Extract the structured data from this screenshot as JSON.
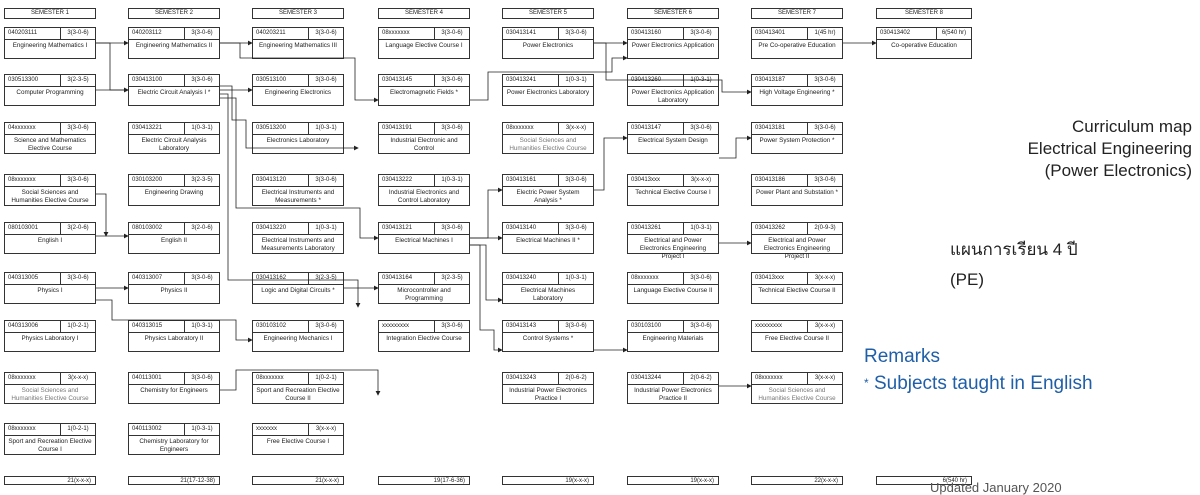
{
  "title_lines": [
    "Curriculum map",
    "Electrical Engineering",
    "(Power Electronics)"
  ],
  "thai_title": "แผนการเรียน 4 ปี",
  "program": "(PE)",
  "remarks": {
    "heading": "Remarks",
    "star": "*",
    "text": "Subjects taught in English"
  },
  "updated_note": "Updated January 2020",
  "semesters": [
    {
      "label": "SEMESTER 1",
      "total": "21(x-x-x)"
    },
    {
      "label": "SEMESTER 2",
      "total": "21(17-12-38)"
    },
    {
      "label": "SEMESTER 3",
      "total": "21(x-x-x)"
    },
    {
      "label": "SEMESTER 4",
      "total": "19(17-6-36)"
    },
    {
      "label": "SEMESTER 5",
      "total": "19(x-x-x)"
    },
    {
      "label": "SEMESTER 6",
      "total": "19(x-x-x)"
    },
    {
      "label": "SEMESTER 7",
      "total": "22(x-x-x)"
    },
    {
      "label": "SEMESTER 8",
      "total": "6(540 hr)"
    }
  ],
  "courses": [
    [
      {
        "code": "040203111",
        "credit": "3(3-0-6)",
        "name": "Engineering Mathematics I"
      },
      {
        "code": "030513300",
        "credit": "3(2-3-5)",
        "name": "Computer Programming"
      },
      {
        "code": "04xxxxxxx",
        "credit": "3(3-0-6)",
        "name": "Science and Mathematics Elective Course"
      },
      {
        "code": "08xxxxxxx",
        "credit": "3(3-0-6)",
        "name": "Social Sciences and Humanities Elective Course"
      },
      {
        "code": "080103001",
        "credit": "3(2-0-6)",
        "name": "English I"
      },
      {
        "code": "040313005",
        "credit": "3(3-0-6)",
        "name": "Physics I"
      },
      {
        "code": "040313006",
        "credit": "1(0-2-1)",
        "name": "Physics Laboratory I"
      },
      {
        "code": "08xxxxxxx",
        "credit": "3(x-x-x)",
        "name": "Social Sciences and Humanities Elective Course",
        "soft": true
      },
      {
        "code": "08xxxxxxx",
        "credit": "1(0-2-1)",
        "name": "Sport and Recreation Elective Course I"
      }
    ],
    [
      {
        "code": "040203112",
        "credit": "3(3-0-6)",
        "name": "Engineering Mathematics II"
      },
      {
        "code": "030413100",
        "credit": "3(3-0-6)",
        "name": "Electric Circuit Analysis I *"
      },
      {
        "code": "030413221",
        "credit": "1(0-3-1)",
        "name": "Electric Circuit Analysis Laboratory"
      },
      {
        "code": "030103200",
        "credit": "3(2-3-5)",
        "name": "Engineering Drawing"
      },
      {
        "code": "080103002",
        "credit": "3(2-0-6)",
        "name": "English II"
      },
      {
        "code": "040313007",
        "credit": "3(3-0-6)",
        "name": "Physics II"
      },
      {
        "code": "040313015",
        "credit": "1(0-3-1)",
        "name": "Physics Laboratory II"
      },
      {
        "code": "040113001",
        "credit": "3(3-0-6)",
        "name": "Chemistry for Engineers"
      },
      {
        "code": "040113002",
        "credit": "1(0-3-1)",
        "name": "Chemistry Laboratory for Engineers"
      }
    ],
    [
      {
        "code": "040203211",
        "credit": "3(3-0-6)",
        "name": "Engineering Mathematics III"
      },
      {
        "code": "030513100",
        "credit": "3(3-0-6)",
        "name": "Engineering Electronics"
      },
      {
        "code": "030513200",
        "credit": "1(0-3-1)",
        "name": "Electronics Laboratory"
      },
      {
        "code": "030413120",
        "credit": "3(3-0-6)",
        "name": "Electrical Instruments and Measurements *"
      },
      {
        "code": "030413220",
        "credit": "1(0-3-1)",
        "name": "Electrical Instruments and Measurements Laboratory"
      },
      {
        "code": "030413162",
        "credit": "3(2-3-5)",
        "name": "Logic and Digital Circuits *"
      },
      {
        "code": "030103102",
        "credit": "3(3-0-6)",
        "name": "Engineering Mechanics I"
      },
      {
        "code": "08xxxxxxx",
        "credit": "1(0-2-1)",
        "name": "Sport and Recreation Elective Course II"
      },
      {
        "code": "xxxxxxx",
        "credit": "3(x-x-x)",
        "name": "Free Elective Course I"
      }
    ],
    [
      {
        "code": "08xxxxxxx",
        "credit": "3(3-0-6)",
        "name": "Language Elective Course I"
      },
      {
        "code": "030413145",
        "credit": "3(3-0-6)",
        "name": "Electromagnetic Fields *"
      },
      {
        "code": "030413191",
        "credit": "3(3-0-6)",
        "name": "Industrial Electronic and Control"
      },
      {
        "code": "030413222",
        "credit": "1(0-3-1)",
        "name": "Industrial Electronics and Control Laboratory"
      },
      {
        "code": "030413121",
        "credit": "3(3-0-6)",
        "name": "Electrical Machines I"
      },
      {
        "code": "030413164",
        "credit": "3(2-3-5)",
        "name": "Microcontroller and Programming"
      },
      {
        "code": "xxxxxxxxx",
        "credit": "3(3-0-6)",
        "name": "Integration Elective Course"
      }
    ],
    [
      {
        "code": "030413141",
        "credit": "3(3-0-6)",
        "name": "Power Electronics"
      },
      {
        "code": "030413241",
        "credit": "1(0-3-1)",
        "name": "Power Electronics Laboratory"
      },
      {
        "code": "08xxxxxxx",
        "credit": "3(x-x-x)",
        "name": "Social Sciences and Humanities Elective Course",
        "soft": true
      },
      {
        "code": "030413161",
        "credit": "3(3-0-6)",
        "name": "Electric Power System Analysis *"
      },
      {
        "code": "030413140",
        "credit": "3(3-0-6)",
        "name": "Electrical Machines II *"
      },
      {
        "code": "030413240",
        "credit": "1(0-3-1)",
        "name": "Electrical Machines Laboratory"
      },
      {
        "code": "030413143",
        "credit": "3(3-0-6)",
        "name": "Control Systems *"
      },
      {
        "code": "030413243",
        "credit": "2(0-6-2)",
        "name": "Industrial Power Electronics Practice I"
      }
    ],
    [
      {
        "code": "030413160",
        "credit": "3(3-0-6)",
        "name": "Power Electronics Application"
      },
      {
        "code": "030413260",
        "credit": "1(0-3-1)",
        "name": "Power Electronics Application Laboratory"
      },
      {
        "code": "030413147",
        "credit": "3(3-0-6)",
        "name": "Electrical System Design"
      },
      {
        "code": "030413xxx",
        "credit": "3(x-x-x)",
        "name": "Technical Elective Course I"
      },
      {
        "code": "030413261",
        "credit": "1(0-3-1)",
        "name": "Electrical and Power Electronics Engineering Project I"
      },
      {
        "code": "08xxxxxxx",
        "credit": "3(3-0-6)",
        "name": "Language Elective Course II"
      },
      {
        "code": "030103100",
        "credit": "3(3-0-6)",
        "name": "Engineering Materials"
      },
      {
        "code": "030413244",
        "credit": "2(0-6-2)",
        "name": "Industrial Power Electronics Practice II"
      }
    ],
    [
      {
        "code": "030413401",
        "credit": "1(45 hr)",
        "name": "Pre Co-operative Education"
      },
      {
        "code": "030413187",
        "credit": "3(3-0-6)",
        "name": "High Voltage Engineering *"
      },
      {
        "code": "030413181",
        "credit": "3(3-0-6)",
        "name": "Power System Protection *"
      },
      {
        "code": "030413186",
        "credit": "3(3-0-6)",
        "name": "Power Plant and Substation *"
      },
      {
        "code": "030413262",
        "credit": "2(0-9-3)",
        "name": "Electrical and Power Electronics Engineering Project II"
      },
      {
        "code": "030413xxx",
        "credit": "3(x-x-x)",
        "name": "Technical Elective Course II"
      },
      {
        "code": "xxxxxxxxx",
        "credit": "3(x-x-x)",
        "name": "Free Elective Course II"
      },
      {
        "code": "08xxxxxxx",
        "credit": "3(x-x-x)",
        "name": "Social Sciences and Humanities Elective Course",
        "soft": true
      }
    ],
    [
      {
        "code": "030413402",
        "credit": "6(540 hr)",
        "name": "Co-operative Education"
      }
    ]
  ]
}
